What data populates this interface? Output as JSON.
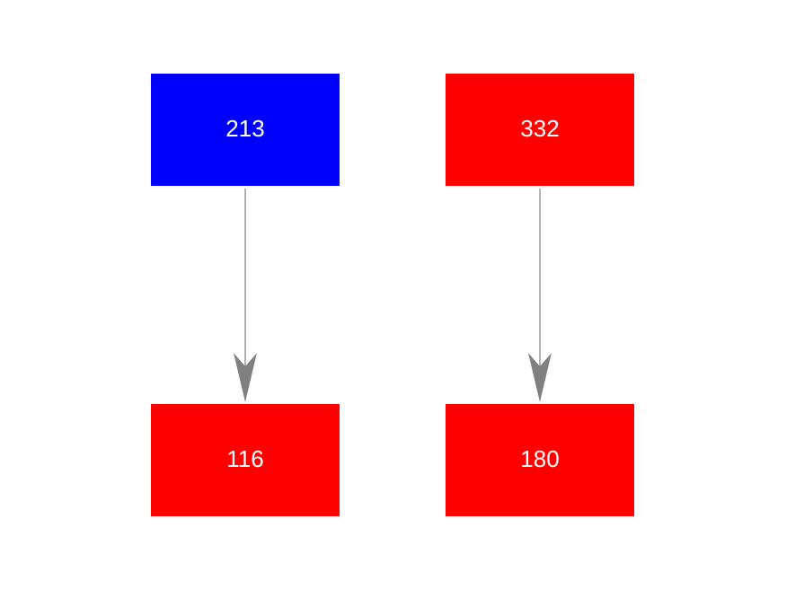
{
  "colors": {
    "source": "#0000ff",
    "target": "#ff0000",
    "edge": "#808080",
    "label": "#ffffff",
    "background": "#ffffff"
  },
  "nodes": [
    {
      "id": "n213",
      "label": "213",
      "kind": "source"
    },
    {
      "id": "n332",
      "label": "332",
      "kind": "source"
    },
    {
      "id": "n116",
      "label": "116",
      "kind": "target"
    },
    {
      "id": "n180",
      "label": "180",
      "kind": "target"
    }
  ],
  "edges": [
    {
      "from": "n213",
      "to": "n116"
    },
    {
      "from": "n332",
      "to": "n180"
    }
  ]
}
